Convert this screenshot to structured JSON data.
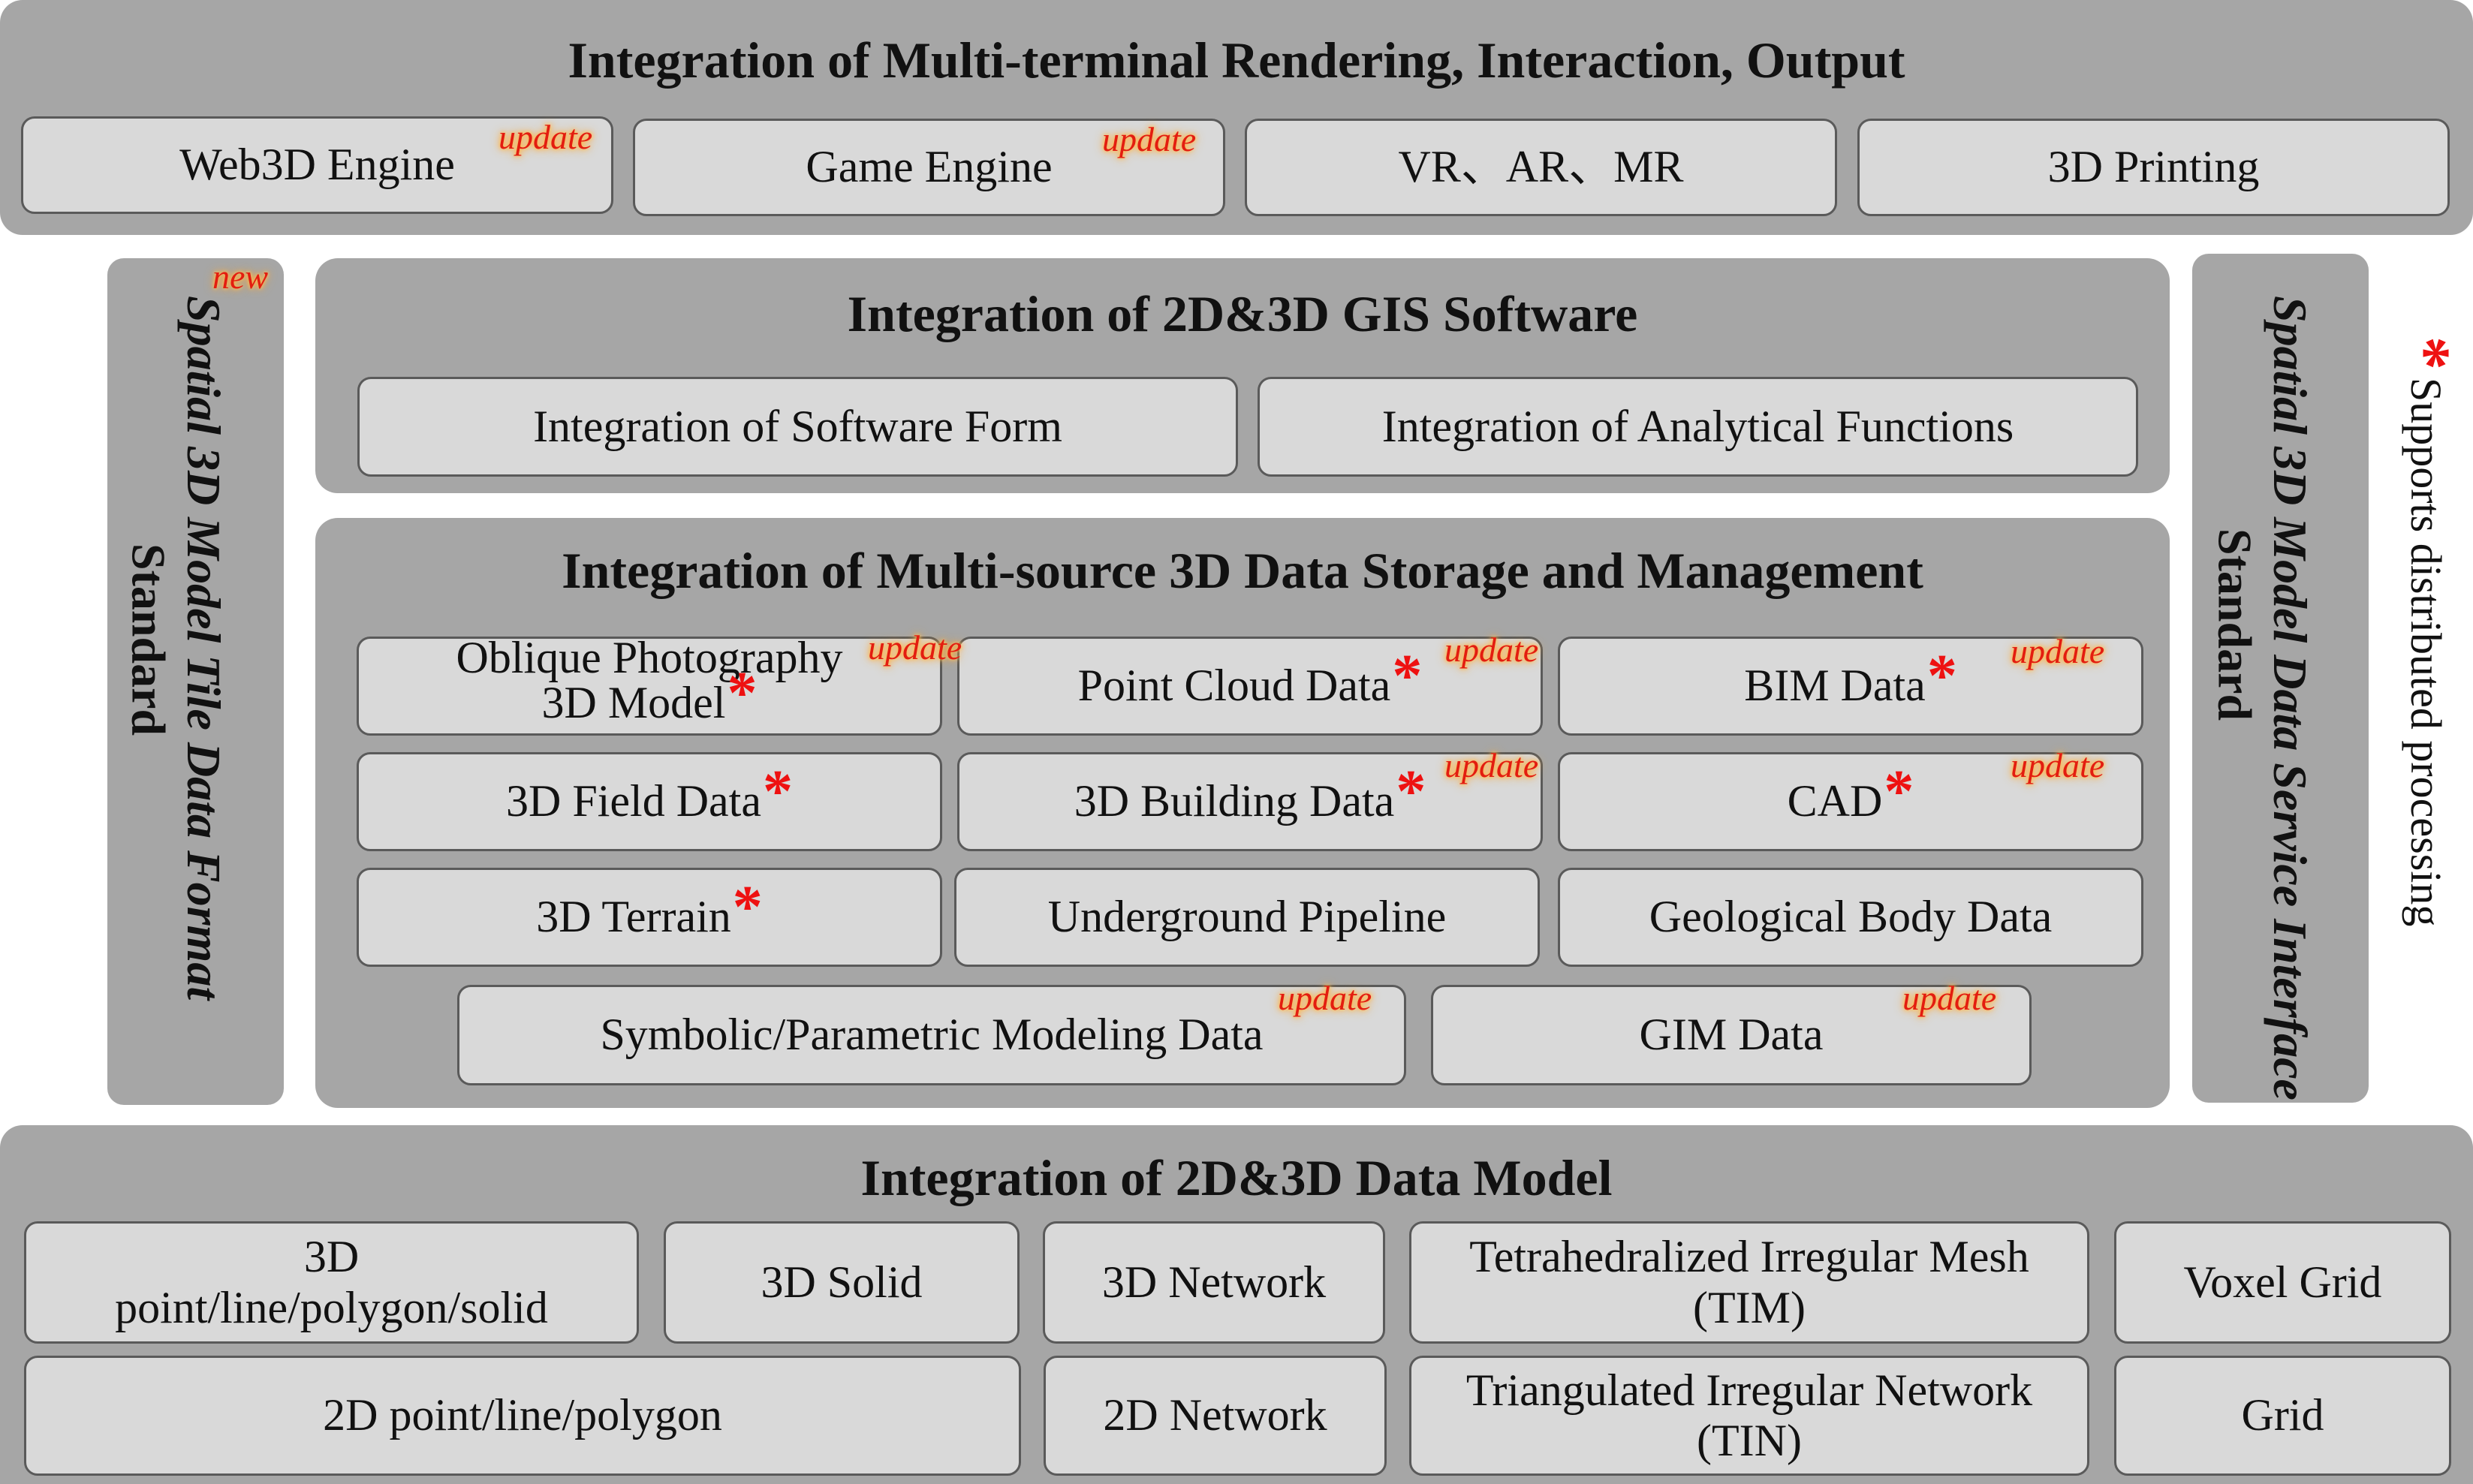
{
  "top": {
    "title": "Integration of Multi-terminal Rendering, Interaction, Output",
    "items": [
      {
        "label": "Web3D Engine",
        "tag": "update"
      },
      {
        "label": "Game Engine",
        "tag": "update"
      },
      {
        "label": "VR、AR、MR"
      },
      {
        "label": "3D Printing"
      }
    ]
  },
  "left_standard": {
    "line1": "Spatial 3D Model Tile Data Format",
    "line2": "Standard",
    "tag": "new"
  },
  "right_standard": {
    "line1": "Spatial 3D Model Data Service Interface",
    "line2": "Standard"
  },
  "gis": {
    "title": "Integration of 2D&3D GIS Software",
    "items": [
      {
        "label": "Integration of Software Form"
      },
      {
        "label": "Integration of Analytical Functions"
      }
    ]
  },
  "storage": {
    "title": "Integration of Multi-source 3D Data Storage and Management",
    "items": [
      {
        "label1": "Oblique Photography",
        "label2": "3D Model",
        "star": "*",
        "tag": "update"
      },
      {
        "label": "Point Cloud Data",
        "star": "*",
        "tag": "update"
      },
      {
        "label": "BIM Data",
        "star": "*",
        "tag": "update"
      },
      {
        "label": "3D Field Data",
        "star": "*"
      },
      {
        "label": "3D Building Data",
        "star": "*",
        "tag": "update"
      },
      {
        "label": "CAD",
        "star": "*",
        "tag": "update"
      },
      {
        "label": "3D Terrain",
        "star": "*"
      },
      {
        "label": "Underground Pipeline"
      },
      {
        "label": "Geological Body Data"
      },
      {
        "label": "Symbolic/Parametric Modeling Data",
        "tag": "update"
      },
      {
        "label": "GIM Data",
        "tag": "update"
      }
    ]
  },
  "model": {
    "title": "Integration of 2D&3D Data Model",
    "items": [
      {
        "label1": "3D",
        "label2": "point/line/polygon/solid"
      },
      {
        "label": "3D Solid"
      },
      {
        "label": "3D Network"
      },
      {
        "label1": "Tetrahedralized Irregular Mesh",
        "label2": "(TIM)"
      },
      {
        "label": "Voxel Grid"
      },
      {
        "label": "2D point/line/polygon"
      },
      {
        "label": "2D Network"
      },
      {
        "label1": "Triangulated Irregular Network",
        "label2": "(TIN)"
      },
      {
        "label": "Grid"
      }
    ]
  },
  "legend": {
    "star": "*",
    "text": "Supports distributed processing"
  },
  "colors": {
    "panel": "#a6a6a6",
    "box": "#d9d9d9",
    "star": "#ee1111",
    "tag": "#e31d10",
    "tag_glow": "#ffa030"
  }
}
